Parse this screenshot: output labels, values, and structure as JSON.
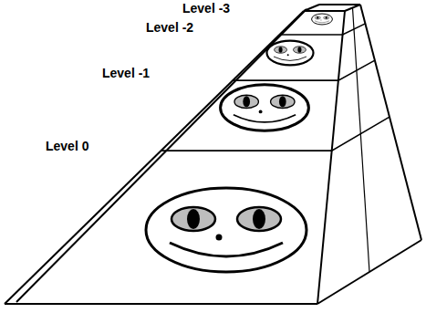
{
  "diagram": {
    "labels": [
      "Level -3",
      "Level -2",
      "Level -1",
      "Level 0"
    ]
  }
}
